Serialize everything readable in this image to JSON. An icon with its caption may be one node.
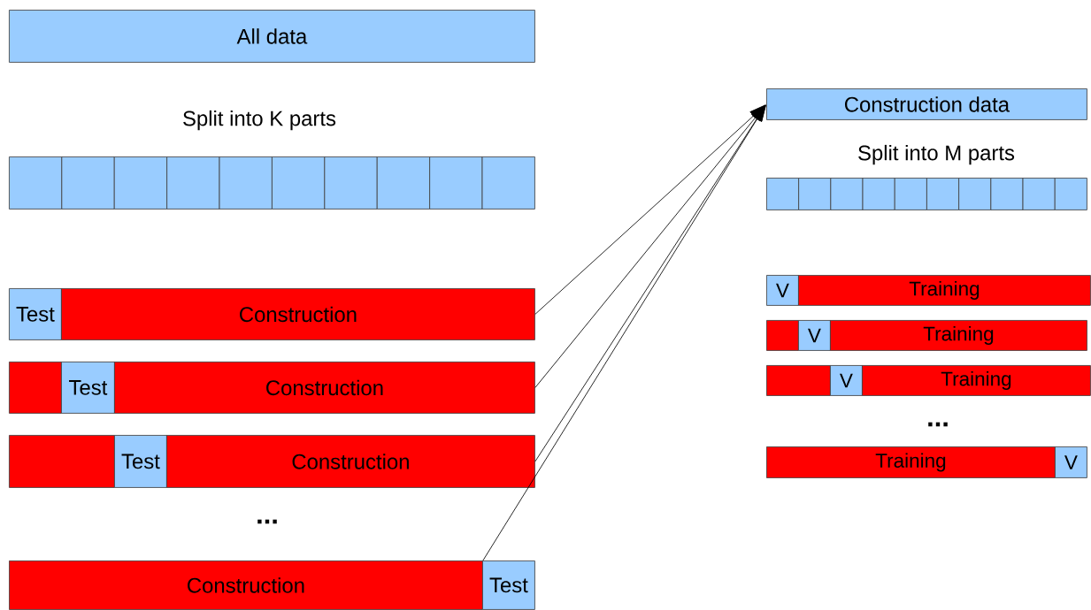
{
  "diagram": {
    "nodes": [
      {
        "text": [
          "All data"
        ]
      },
      {
        "text": [],
        "shape": "box"
      },
      {
        "text": [],
        "shape": "box"
      },
      {
        "text": [],
        "shape": "box"
      },
      {
        "text": [],
        "shape": "box"
      },
      {
        "text": [],
        "shape": "box"
      },
      {
        "text": [],
        "shape": "box"
      },
      {
        "text": [],
        "shape": "box"
      },
      {
        "text": [],
        "shape": "box"
      },
      {
        "text": [],
        "shape": "box"
      },
      {
        "text": [],
        "shape": "box"
      },
      {
        "text": [
          "Test"
        ]
      },
      {
        "text": [
          "Construction"
        ]
      },
      {
        "text": [],
        "shape": "box"
      },
      {
        "text": [
          "Test"
        ]
      },
      {
        "text": [
          "Construction"
        ]
      },
      {
        "text": [],
        "shape": "box"
      },
      {
        "text": [
          "Test"
        ]
      },
      {
        "text": [
          "Construction"
        ]
      },
      {
        "text": [
          "Construction"
        ]
      },
      {
        "text": [
          "Test"
        ]
      },
      {
        "text": [
          "Construction data"
        ]
      },
      {
        "text": [],
        "shape": "box"
      },
      {
        "text": [],
        "shape": "box"
      },
      {
        "text": [],
        "shape": "box"
      },
      {
        "text": [],
        "shape": "box"
      },
      {
        "text": [],
        "shape": "box"
      },
      {
        "text": [],
        "shape": "box"
      },
      {
        "text": [],
        "shape": "box"
      },
      {
        "text": [],
        "shape": "box"
      },
      {
        "text": [],
        "shape": "box"
      },
      {
        "text": [],
        "shape": "box"
      },
      {
        "text": [
          "V"
        ]
      },
      {
        "text": [
          "Training"
        ]
      },
      {
        "text": [],
        "shape": "box"
      },
      {
        "text": [
          "V"
        ]
      },
      {
        "text": [
          "Training"
        ]
      },
      {
        "text": [],
        "shape": "box"
      },
      {
        "text": [
          "V"
        ]
      },
      {
        "text": [
          "Training"
        ]
      },
      {
        "text": [
          "Training"
        ]
      },
      {
        "text": [
          "V"
        ]
      }
    ],
    "edges": [
      {
        "from": 12,
        "to": 21,
        "arrow": "to"
      },
      {
        "from": 15,
        "to": 21,
        "arrow": "to"
      },
      {
        "from": 18,
        "to": 21,
        "arrow": "to"
      },
      {
        "from": 19,
        "to": 21,
        "arrow": "to"
      }
    ],
    "labels": [
      "Split into K parts",
      "Split into M parts",
      "...",
      "..."
    ]
  }
}
